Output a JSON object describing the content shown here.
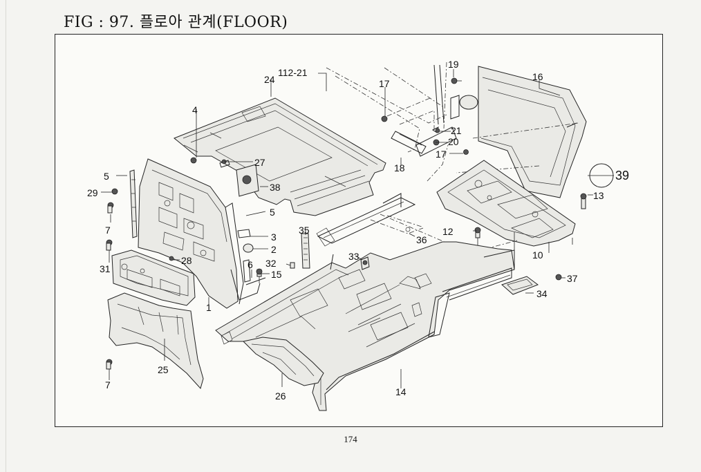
{
  "figure": {
    "title": "FIG : 97. 플로아 관계(FLOOR)",
    "page_number": "174"
  },
  "callouts": [
    {
      "label": "112-21"
    },
    {
      "label": "24"
    },
    {
      "label": "17"
    },
    {
      "label": "19"
    },
    {
      "label": "16"
    },
    {
      "label": "21"
    },
    {
      "label": "20"
    },
    {
      "label": "17"
    },
    {
      "label": "18"
    },
    {
      "label": "4"
    },
    {
      "label": "27"
    },
    {
      "label": "5"
    },
    {
      "label": "38"
    },
    {
      "label": "29"
    },
    {
      "label": "7"
    },
    {
      "label": "5"
    },
    {
      "label": "3"
    },
    {
      "label": "2"
    },
    {
      "label": "35"
    },
    {
      "label": "36"
    },
    {
      "label": "12"
    },
    {
      "label": "13"
    },
    {
      "label": "39"
    },
    {
      "label": "31"
    },
    {
      "label": "28"
    },
    {
      "label": "6"
    },
    {
      "label": "32"
    },
    {
      "label": "15"
    },
    {
      "label": "33"
    },
    {
      "label": "10"
    },
    {
      "label": "37"
    },
    {
      "label": "34"
    },
    {
      "label": "1"
    },
    {
      "label": "25"
    },
    {
      "label": "7"
    },
    {
      "label": "26"
    },
    {
      "label": "14"
    }
  ]
}
